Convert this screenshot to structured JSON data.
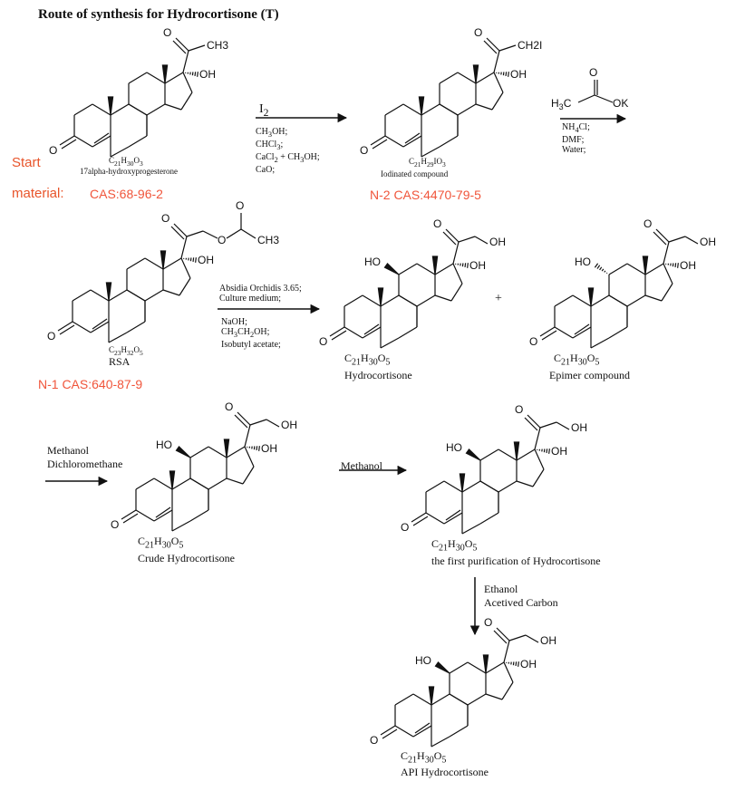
{
  "title": "Route of synthesis for Hydrocortisone (T)",
  "start_label": {
    "line1": "Start",
    "line2": "material:",
    "cas": "CAS:68-96-2"
  },
  "compounds": {
    "sm": {
      "formula_html": "C<sub>21</sub>H<sub>30</sub>O<sub>3</sub>",
      "name": "17alpha-hydroxyprogesterone"
    },
    "n2": {
      "formula_html": "C<sub>21</sub>H<sub>29</sub>IO<sub>3</sub>",
      "name": "Iodinated compound",
      "code": "N-2  CAS:4470-79-5"
    },
    "rsa": {
      "formula_html": "C<sub>23</sub>H<sub>32</sub>O<sub>5</sub>",
      "name": "RSA",
      "code": "N-1 CAS:640-87-9"
    },
    "hc": {
      "formula_html": "C<sub>21</sub>H<sub>30</sub>O<sub>5</sub>",
      "name": "Hydrocortisone"
    },
    "epimer": {
      "formula_html": "C<sub>21</sub>H<sub>30</sub>O<sub>5</sub>",
      "name": "Epimer compound"
    },
    "crude": {
      "formula_html": "C<sub>21</sub>H<sub>30</sub>O<sub>5</sub>",
      "name": "Crude Hydrocortisone"
    },
    "first": {
      "formula_html": "C<sub>21</sub>H<sub>30</sub>O<sub>5</sub>",
      "name": "the first purification of Hydrocortisone"
    },
    "api": {
      "formula_html": "C<sub>21</sub>H<sub>30</sub>O<sub>5</sub>",
      "name": "API Hydrocortisone"
    }
  },
  "steps": {
    "s1": {
      "reagent": "I2",
      "conditions": [
        "CH3OH;",
        "CHCl3;",
        "CaCl2 + CH3OH;",
        "CaO;"
      ]
    },
    "s2": {
      "reagent": "H3C–C(=O)OK",
      "conditions": [
        "NH4Cl;",
        "DMF;",
        "Water;"
      ]
    },
    "s3": {
      "conditions": [
        "Absidia Orchidis 3.65;",
        "Culture medium;",
        "NaOH;",
        "CH3CH2OH;",
        "Isobutyl acetate;"
      ]
    },
    "s4": {
      "conditions": [
        "Methanol",
        "Dichloromethane"
      ]
    },
    "s5": {
      "conditions": [
        "Methanol"
      ]
    },
    "s6": {
      "conditions": [
        "Ethanol",
        "Acetived Carbon"
      ]
    }
  },
  "plus": "+",
  "groups": {
    "acetyl": "CH3",
    "iodomethyl": "CH2I",
    "oh": "OH",
    "ho": "HO",
    "o": "O",
    "k": "OK"
  }
}
